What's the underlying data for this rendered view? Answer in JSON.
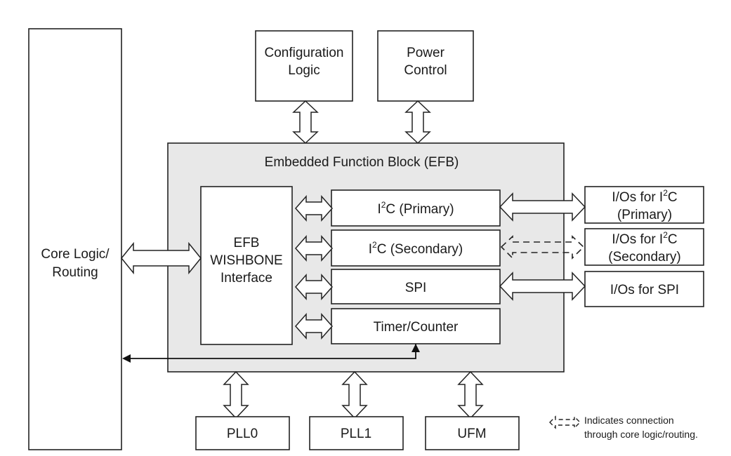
{
  "blocks": {
    "core": {
      "line1": "Core Logic/",
      "line2": "Routing"
    },
    "config": {
      "line1": "Configuration",
      "line2": "Logic"
    },
    "power": {
      "line1": "Power",
      "line2": "Control"
    },
    "efb_title": "Embedded Function Block (EFB)",
    "wishbone": {
      "line1": "EFB",
      "line2": "WISHBONE",
      "line3": "Interface"
    },
    "i2c_primary": {
      "pre": "I",
      "sup": "2",
      "post": "C (Primary)"
    },
    "i2c_secondary": {
      "pre": "I",
      "sup": "2",
      "post": "C (Secondary)"
    },
    "spi": "SPI",
    "timer": "Timer/Counter",
    "io_i2c_primary": {
      "pre": "I/Os for I",
      "sup": "2",
      "post": "C",
      "line2": "(Primary)"
    },
    "io_i2c_secondary": {
      "pre": "I/Os for I",
      "sup": "2",
      "post": "C",
      "line2": "(Secondary)"
    },
    "io_spi": "I/Os for SPI",
    "pll0": "PLL0",
    "pll1": "PLL1",
    "ufm": "UFM"
  },
  "legend": {
    "line1": "Indicates connection",
    "line2": "through core logic/routing."
  },
  "colors": {
    "efb_fill": "#e8e8e8",
    "stroke": "#222222"
  }
}
